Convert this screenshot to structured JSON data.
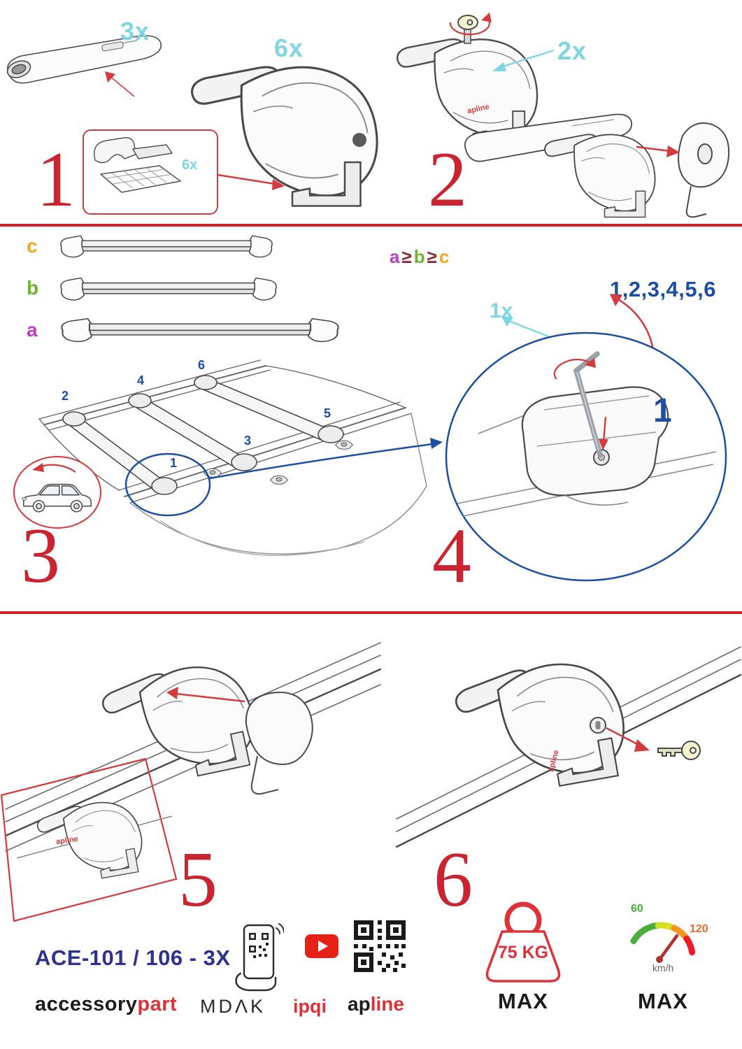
{
  "brand": {
    "apline": "apline"
  },
  "steps": {
    "step1": {
      "number": "1",
      "bar_qty": "3x",
      "foot_qty": "6x",
      "pad_qty": "6x"
    },
    "step2": {
      "number": "2",
      "key_qty": "2x"
    },
    "step3": {
      "number": "3",
      "label_c": "c",
      "label_b": "b",
      "label_a": "a",
      "rule_a": "a",
      "rule_ge1": "≥",
      "rule_b": "b",
      "rule_ge2": "≥",
      "rule_c": "c",
      "positions": [
        "1",
        "2",
        "3",
        "4",
        "5",
        "6"
      ]
    },
    "step4": {
      "number": "4",
      "tool_qty": "1x",
      "tighten_order": "1,2,3,4,5,6",
      "first_position": "1"
    },
    "step5": {
      "number": "5"
    },
    "step6": {
      "number": "6"
    }
  },
  "footer": {
    "model": "ACE-101 / 106 - 3X",
    "brand_black": "accessory",
    "brand_red": "part",
    "mdak": "MDΛK",
    "ipqi": "ipqi",
    "apline_black": "ap",
    "apline_red": "line",
    "weight_value": "75 KG",
    "weight_max": "MAX",
    "speed_low": "60",
    "speed_high": "120",
    "speed_unit": "km/h",
    "speed_max": "MAX"
  },
  "colors": {
    "accent_red": "#c9242f",
    "footer_red": "#e03138",
    "qty_cyan": "#7fd6e3",
    "order_blue": "#1c4ea1",
    "model_navy": "#2e3192",
    "letter_a_purple": "#bb3fc4",
    "letter_b_green": "#6cb52d",
    "letter_c_orange": "#f5a61f"
  }
}
